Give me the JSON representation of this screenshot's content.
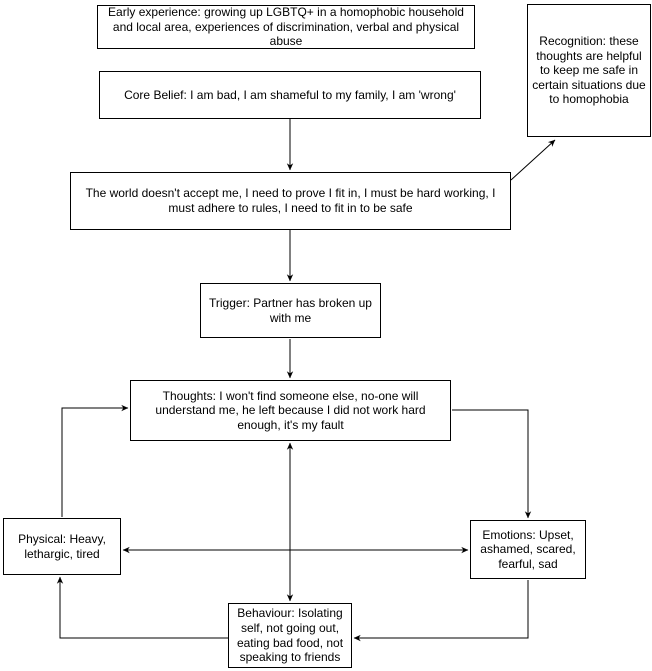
{
  "diagram": {
    "title": "CBT longitudinal formulation flowchart",
    "colors": {
      "background": "#ffffff",
      "node_fill": "#ffffff",
      "node_border": "#000000",
      "text": "#000000",
      "arrow": "#000000"
    },
    "nodes": {
      "early_experience": {
        "label": "Early experience: growing up LGBTQ+ in a homophobic household and local area, experiences of discrimination, verbal and physical abuse"
      },
      "recognition": {
        "label": "Recognition: these thoughts are helpful to keep me safe in certain situations due to homophobia"
      },
      "core_belief": {
        "label": "Core Belief: I am bad, I am shameful to my family, I am 'wrong'"
      },
      "rules_assumptions": {
        "label": "The world doesn't accept me, I need to prove I fit in, I must be hard working, I must adhere to rules, I need to fit in to be safe"
      },
      "trigger": {
        "label": "Trigger: Partner has broken up with me"
      },
      "thoughts": {
        "label": "Thoughts: I won't find someone else, no-one will understand me, he left because I did not work hard enough, it's my fault"
      },
      "physical": {
        "label": "Physical: Heavy, lethargic, tired"
      },
      "emotions": {
        "label": "Emotions: Upset, ashamed, scared, fearful, sad"
      },
      "behaviour": {
        "label": "Behaviour: Isolating self, not going out, eating bad food, not speaking to friends"
      }
    },
    "edges": [
      {
        "from": "core_belief",
        "to": "rules_assumptions",
        "direction": "one-way"
      },
      {
        "from": "rules_assumptions",
        "to": "recognition",
        "direction": "one-way"
      },
      {
        "from": "rules_assumptions",
        "to": "trigger",
        "direction": "one-way"
      },
      {
        "from": "trigger",
        "to": "thoughts",
        "direction": "one-way"
      },
      {
        "from": "physical",
        "to": "thoughts",
        "direction": "one-way"
      },
      {
        "from": "thoughts",
        "to": "emotions",
        "direction": "one-way"
      },
      {
        "from": "thoughts",
        "to": "behaviour",
        "direction": "two-way"
      },
      {
        "from": "physical",
        "to": "emotions",
        "direction": "two-way"
      },
      {
        "from": "behaviour",
        "to": "physical",
        "direction": "one-way"
      },
      {
        "from": "emotions",
        "to": "behaviour",
        "direction": "one-way"
      }
    ]
  }
}
